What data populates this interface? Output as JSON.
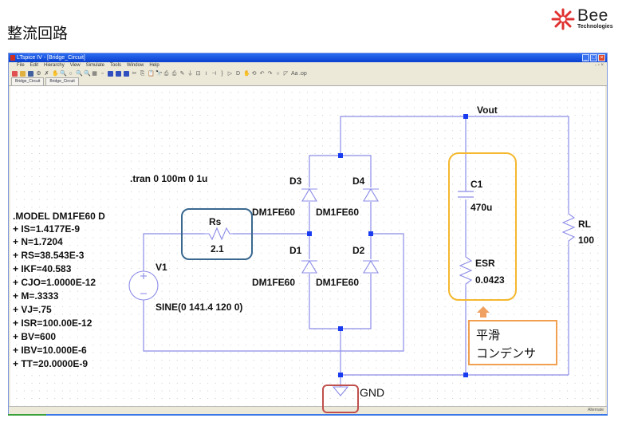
{
  "page": {
    "title": "整流回路",
    "logo": {
      "name": "Bee",
      "sub": "Technologies",
      "accent": "#e03030"
    }
  },
  "window": {
    "title": "LTspice IV - [Bridge_Circuit]",
    "menu": [
      "File",
      "Edit",
      "Hierarchy",
      "View",
      "Simulate",
      "Tools",
      "Window",
      "Help"
    ],
    "tabs": [
      "Bridge_Circuit",
      "Bridge_Circuit"
    ],
    "status_text": "Alternate",
    "title_bar_color": "#0a46d8"
  },
  "schematic": {
    "directive": ".tran 0 100m 0 1u",
    "model": {
      "header": ".MODEL DM1FE60 D",
      "params": [
        "+ IS=1.4177E-9",
        "+ N=1.7204",
        "+ RS=38.543E-3",
        "+ IKF=40.583",
        "+ CJO=1.0000E-12",
        "+ M=.3333",
        "+ VJ=.75",
        "+ ISR=100.00E-12",
        "+ BV=600",
        "+ IBV=10.000E-6",
        "+ TT=20.0000E-9"
      ]
    },
    "source": {
      "name": "V1",
      "value": "SINE(0 141.4 120 0)"
    },
    "rs": {
      "name": "Rs",
      "value": "2.1"
    },
    "diodes": [
      {
        "name": "D3",
        "model": "DM1FE60"
      },
      {
        "name": "D4",
        "model": "DM1FE60"
      },
      {
        "name": "D1",
        "model": "DM1FE60"
      },
      {
        "name": "D2",
        "model": "DM1FE60"
      }
    ],
    "capacitor": {
      "name": "C1",
      "value": "470u"
    },
    "esr": {
      "name": "ESR",
      "value": "0.0423"
    },
    "load": {
      "name": "RL",
      "value": "100"
    },
    "net_vout": "Vout",
    "net_gnd": "GND",
    "callout": {
      "line1": "平滑",
      "line2": "コンデンサ"
    },
    "colors": {
      "wire": "#8c8ce8",
      "node": "#1a3cf0",
      "rs_highlight": "#3a6890",
      "cap_highlight": "#f5b82e",
      "gnd_highlight": "#c0504d",
      "callout_border": "#f0a050",
      "arrow": "#f0a060"
    }
  }
}
